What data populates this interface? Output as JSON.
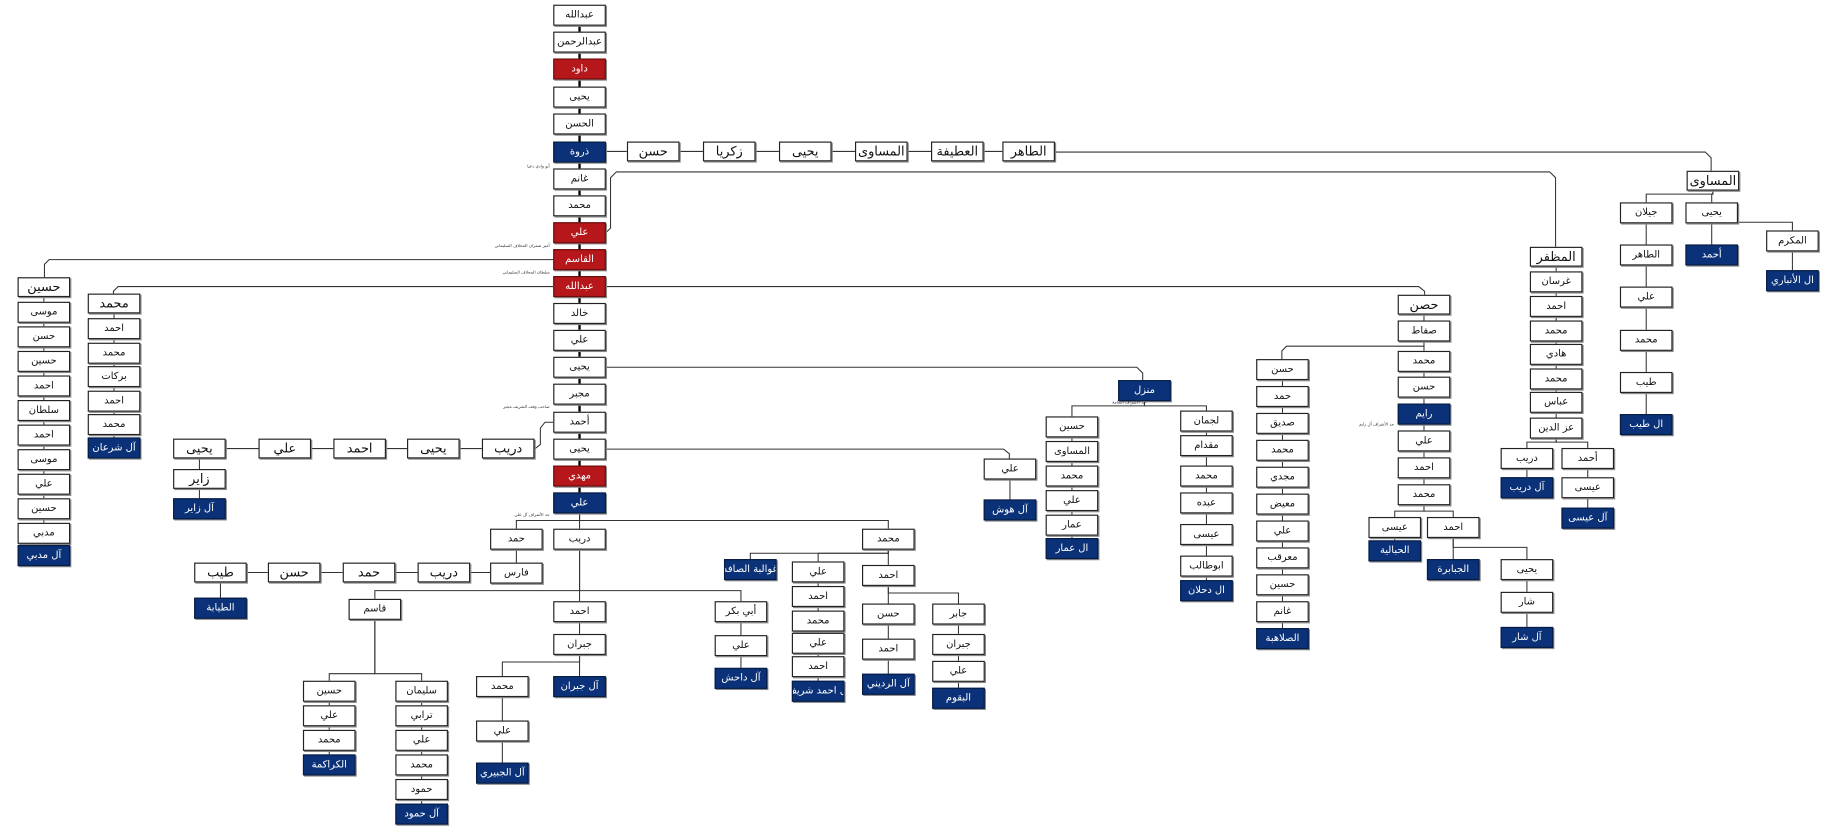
{
  "colors": {
    "highlight_red": "#b5171b",
    "family_blue": "#0b3278",
    "line": "#333333"
  },
  "nodes": {
    "m1": "عبدالله",
    "m2": "عبدالرحمن",
    "m3": "داود",
    "m4": "يحيى",
    "m5": "الحسن",
    "m6": "ذروة",
    "m7": "غانم",
    "m8": "محمد",
    "m9": "علي",
    "m10": "القاسم",
    "m11": "عبدالله",
    "m12": "خالد",
    "m13": "علي",
    "m14": "يحيى",
    "m15": "مجبر",
    "m16": "أحمد",
    "m17": "يحيى",
    "m18": "مهدي",
    "m19": "علي",
    "t1": "حسن",
    "t2": "زكريا",
    "t3": "يحيى",
    "t4": "المساوى",
    "t5": "العطيفة",
    "t6": "الطاهر",
    "a1": "المساوى",
    "a2": "جيلان",
    "a3": "يحيى",
    "a4": "أحمد",
    "a5": "المكرم",
    "a6": "ال الأنباري",
    "a7": "الطاهر",
    "a8": "علي",
    "a9": "محمد",
    "a10": "طيب",
    "a11": "ال طيب",
    "o1": "المظفر",
    "o2": "غرسان",
    "o3": "احمد",
    "o4": "محمد",
    "o5": "هادي",
    "o6": "محمد",
    "o7": "عباس",
    "o8": "عز الدين",
    "o9": "دريب",
    "o10": "أحمد",
    "o11": "آل دريب",
    "o12": "عيسى",
    "o13": "آل عيسى",
    "h1": "حصن",
    "h2": "صفاط",
    "h3": "محمد",
    "h4": "حسن",
    "h5": "رايم",
    "h6": "علي",
    "h7": "احمد",
    "h8": "محمد",
    "h9": "عيسى",
    "h10": "احمد",
    "h11": "الحبالية",
    "h12": "الجبابرة",
    "h13": "يحيى",
    "h14": "شار",
    "h15": "آل شار",
    "k1": "حسن",
    "k2": "حمد",
    "k3": "صديق",
    "k4": "محمد",
    "k5": "مجدي",
    "k6": "معيض",
    "k7": "علي",
    "k8": "معرقب",
    "k9": "حسين",
    "k10": "غانم",
    "k11": "الصلاهبة",
    "z1": "منزل",
    "z2": "حسين",
    "z3": "المساوى",
    "z4": "محمد",
    "z5": "علي",
    "z6": "عمار",
    "z7": "ال عمار",
    "z8": "لجمان",
    "z9": "مقدام",
    "z10": "محمد",
    "z11": "عبده",
    "z12": "عيسى",
    "z13": "ابوطالب",
    "z14": "ال دحلان",
    "w1": "علي",
    "w2": "آل هوش",
    "d1": "دريب",
    "d2": "يحيى",
    "d3": "احمد",
    "d4": "علي",
    "d5": "يحيى",
    "d6": "زاير",
    "d7": "آل زاير",
    "q1": "حسين",
    "q2": "موسى",
    "q3": "حسن",
    "q4": "حسين",
    "q5": "احمد",
    "q6": "سلطان",
    "q7": "احمد",
    "q8": "موسى",
    "q9": "علي",
    "q10": "حسين",
    "q11": "مدبي",
    "q12": "آل مدبي",
    "s1": "محمد",
    "s2": "احمد",
    "s3": "محمد",
    "s4": "بركات",
    "s5": "احمد",
    "s6": "محمد",
    "s7": "آل شرعان",
    "b1": "حمد",
    "b2": "دريب",
    "b3": "محمد",
    "b4": "فارس",
    "b5": "دريب",
    "b6": "حمد",
    "b7": "حسن",
    "b8": "طيب",
    "b9": "الطيابة",
    "c1": "قاسم",
    "c2": "احمد",
    "c3": "أبي بكر",
    "c4": "حسين",
    "c5": "سليمان",
    "c6": "علي",
    "c7": "محمد",
    "c8": "الكراكمة",
    "c9": "ترابي",
    "c10": "علي",
    "c11": "محمد",
    "c12": "حمود",
    "c13": "آل حمود",
    "c14": "جبران",
    "c15": "محمد",
    "c16": "آل جبران",
    "c17": "علي",
    "c18": "آل الجبيري",
    "c19": "علي",
    "c20": "آل داحش",
    "e1": "غوالبة الصافد",
    "e2": "علي",
    "e3": "احمد",
    "e4": "احمد",
    "e5": "محمد",
    "e6": "علي",
    "e7": "احمد",
    "e8": "ال احمد شريف",
    "e9": "حسن",
    "e10": "جابر",
    "e11": "احمد",
    "e12": "آل الرديني",
    "e13": "جبران",
    "e14": "علي",
    "e15": "البقوم"
  },
  "captions": {
    "cap_m6": "أبو وادي دعيا",
    "cap_m9": "أمير شمران المخلاف السليماني",
    "cap_m10": "سلطان المخلاف السليماني",
    "cap_m15": "صاحب وقف الشريف مجبر",
    "cap_m19": "جد الأشراف آل علي",
    "cap_z1": "جد الأشراف النعامة",
    "cap_h5": "جد الأشراف آل رايم"
  }
}
